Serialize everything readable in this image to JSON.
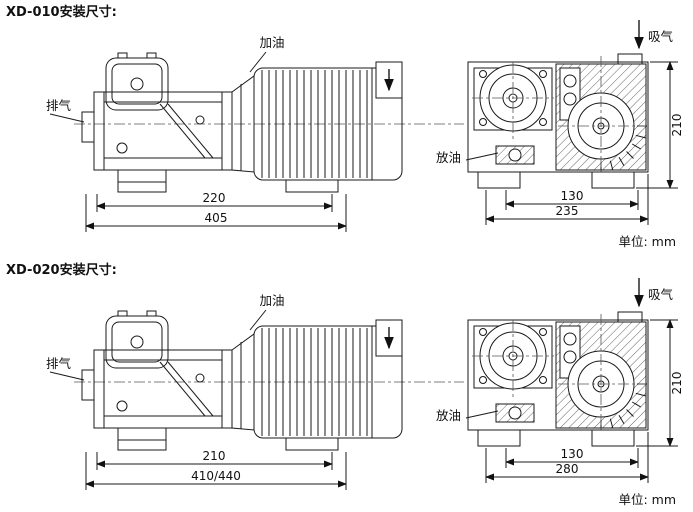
{
  "labels": {
    "add_oil": "加油",
    "exhaust": "排气",
    "suction": "吸气",
    "drain_oil": "放油"
  },
  "sections": [
    {
      "title": "XD-010安装尺寸:",
      "dimensions": {
        "side_feet_span": "220",
        "side_overall": "405",
        "end_feet_span": "130",
        "end_overall": "235",
        "end_height": "210"
      },
      "units_note": "单位: mm"
    },
    {
      "title": "XD-020安装尺寸:",
      "dimensions": {
        "side_feet_span": "210",
        "side_overall": "410/440",
        "end_feet_span": "130",
        "end_overall": "280",
        "end_height": "210"
      },
      "units_note": "单位: mm"
    }
  ]
}
